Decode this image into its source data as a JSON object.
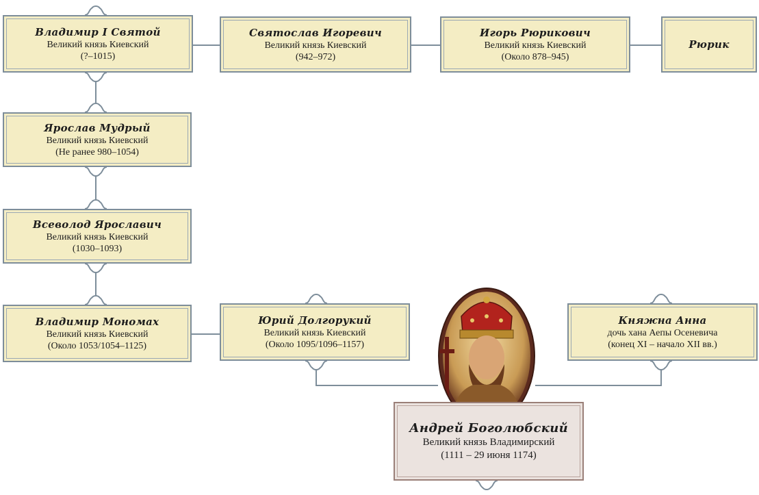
{
  "diagram": {
    "people": [
      {
        "id": "vladimir1",
        "name": "Владимир I Святой",
        "title": "Великий князь Киевский",
        "dates": "(?–1015)"
      },
      {
        "id": "svyatoslav",
        "name": "Святослав Игоревич",
        "title": "Великий князь Киевский",
        "dates": "(942–972)"
      },
      {
        "id": "igor",
        "name": "Игорь Рюрикович",
        "title": "Великий князь Киевский",
        "dates": "(Около 878–945)"
      },
      {
        "id": "ryurik",
        "name": "Рюрик",
        "title": "",
        "dates": ""
      },
      {
        "id": "yaroslav",
        "name": "Ярослав Мудрый",
        "title": "Великий князь Киевский",
        "dates": "(Не ранее 980–1054)"
      },
      {
        "id": "vsevolod",
        "name": "Всеволод Ярославич",
        "title": "Великий князь Киевский",
        "dates": "(1030–1093)"
      },
      {
        "id": "monomakh",
        "name": "Владимир Мономах",
        "title": "Великий князь Киевский",
        "dates": "(Около 1053/1054–1125)"
      },
      {
        "id": "yuri",
        "name": "Юрий Долгорукий",
        "title": "Великий князь Киевский",
        "dates": "(Около 1095/1096–1157)"
      },
      {
        "id": "anna",
        "name": "Княжна Анна",
        "title": "дочь хана Аепы Осеневича",
        "dates": "(конец XI – начало XII вв.)"
      },
      {
        "id": "andrei",
        "name": "Андрей Боголюбский",
        "title": "Великий князь Владимирский",
        "dates": "(1111 – 29 июня 1174)"
      }
    ],
    "links": [
      [
        "vladimir1",
        "svyatoslav"
      ],
      [
        "svyatoslav",
        "igor"
      ],
      [
        "igor",
        "ryurik"
      ],
      [
        "vladimir1",
        "yaroslav"
      ],
      [
        "yaroslav",
        "vsevolod"
      ],
      [
        "vsevolod",
        "monomakh"
      ],
      [
        "monomakh",
        "yuri"
      ],
      [
        "yuri",
        "andrei"
      ],
      [
        "anna",
        "andrei"
      ]
    ],
    "colors": {
      "box_fill": "#f4edc4",
      "box_border": "#7d8d9a",
      "main_fill": "#ebe3df",
      "main_border": "#9a7f78",
      "line": "#7d8d9a",
      "background": "#ffffff"
    },
    "portrait": {
      "subject": "portrait-of-andrei-bogolyubsky"
    }
  }
}
